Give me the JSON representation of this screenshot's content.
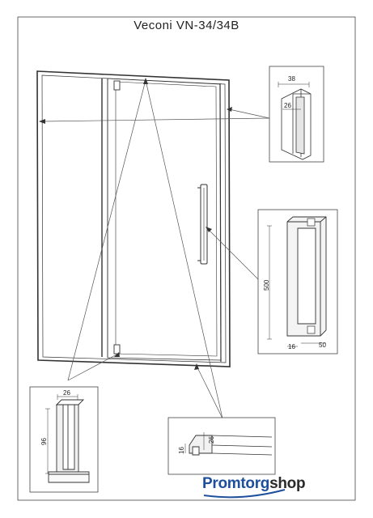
{
  "title": "Veconi VN-34/34B",
  "detail_top_right": {
    "dim_outer": "38",
    "dim_inner": "26"
  },
  "detail_handle": {
    "dim_height": "500",
    "dim_depth": "16",
    "dim_width": "50"
  },
  "detail_bottom_left": {
    "dim_width": "26",
    "dim_height": "96"
  },
  "detail_bottom_right": {
    "dim_height": "26",
    "dim_depth": "16"
  },
  "brand": {
    "part1": "Promtorg",
    "part2": "shop",
    "accent_color": "#1d4f9c"
  }
}
